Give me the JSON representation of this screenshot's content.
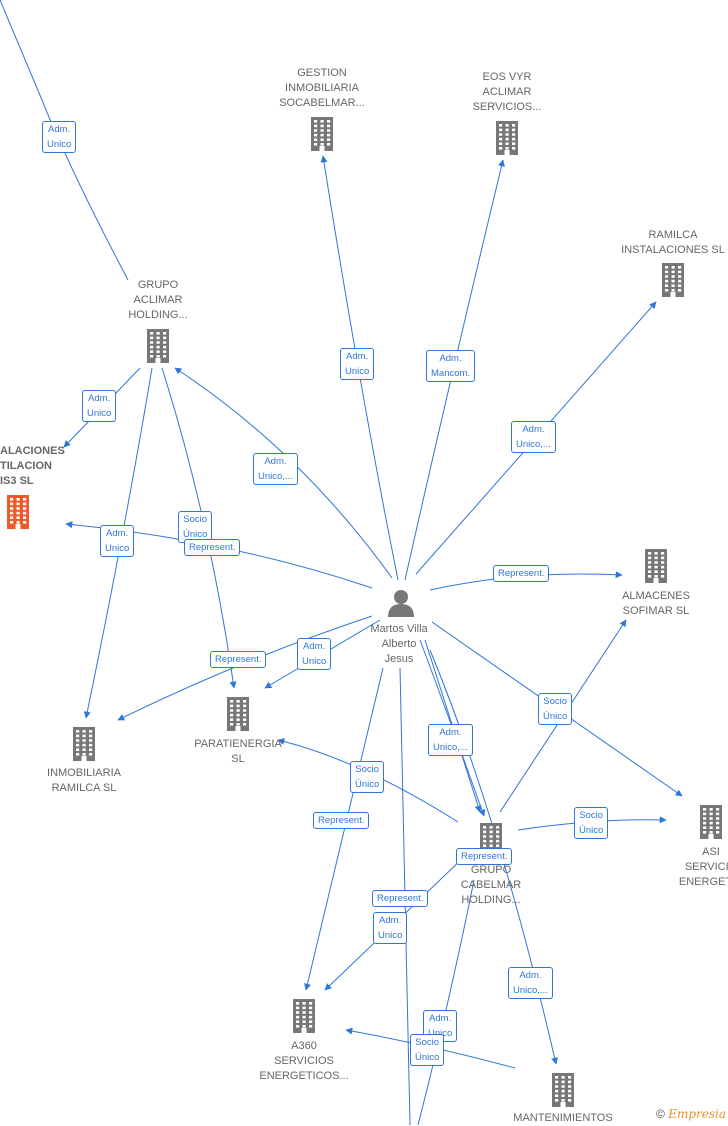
{
  "center": {
    "name_lines": [
      "Martos Villa",
      "Alberto",
      "Jesus"
    ]
  },
  "companies": [
    {
      "id": "gestion",
      "lines": [
        "GESTION",
        "INMOBILIARIA",
        "SOCABELMAR..."
      ],
      "color": "#777777"
    },
    {
      "id": "eos",
      "lines": [
        "EOS VYR",
        "ACLIMAR",
        "SERVICIOS..."
      ],
      "color": "#777777"
    },
    {
      "id": "ramilca_inst",
      "lines": [
        "RAMILCA",
        "INSTALACIONES SL"
      ],
      "color": "#777777"
    },
    {
      "id": "grupo_aclimar",
      "lines": [
        "GRUPO",
        "ACLIMAR",
        "HOLDING..."
      ],
      "color": "#777777"
    },
    {
      "id": "instalaciones",
      "lines": [
        "ALACIONES",
        "TILACION",
        "IS3  SL"
      ],
      "color": "#f05a28",
      "bold": true
    },
    {
      "id": "almacenes",
      "lines": [
        "ALMACENES",
        "SOFIMAR  SL"
      ],
      "color": "#777777"
    },
    {
      "id": "paratienergia",
      "lines": [
        "PARATIENERGIA",
        "SL"
      ],
      "color": "#777777"
    },
    {
      "id": "inmobiliaria_ramilca",
      "lines": [
        "INMOBILIARIA",
        "RAMILCA  SL"
      ],
      "color": "#777777"
    },
    {
      "id": "asi",
      "lines": [
        "ASI",
        "SERVICIO",
        "ENERGETIC"
      ],
      "color": "#777777"
    },
    {
      "id": "grupo_cabelmar",
      "lines": [
        "GRUPO",
        "CABELMAR",
        "HOLDING..."
      ],
      "color": "#777777"
    },
    {
      "id": "a360",
      "lines": [
        "A360",
        "SERVICIOS",
        "ENERGETICOS..."
      ],
      "color": "#777777"
    },
    {
      "id": "mantenimientos",
      "lines": [
        "MANTENIMIENTOS"
      ],
      "color": "#777777"
    }
  ],
  "edge_labels": [
    {
      "id": "l1",
      "lines": [
        "Adm.",
        "Unico"
      ]
    },
    {
      "id": "l2",
      "lines": [
        "Adm.",
        "Unico"
      ]
    },
    {
      "id": "l3",
      "lines": [
        "Adm.",
        "Mancom."
      ]
    },
    {
      "id": "l4",
      "lines": [
        "Adm.",
        "Unico"
      ]
    },
    {
      "id": "l5",
      "lines": [
        "Adm.",
        "Unico,..."
      ]
    },
    {
      "id": "l6",
      "lines": [
        "Adm.",
        "Unico,..."
      ]
    },
    {
      "id": "l7",
      "lines": [
        "Socio",
        "Único"
      ]
    },
    {
      "id": "l8",
      "lines": [
        "Represent."
      ]
    },
    {
      "id": "l9",
      "lines": [
        "Adm.",
        "Unico"
      ]
    },
    {
      "id": "l10",
      "lines": [
        "Represent."
      ]
    },
    {
      "id": "l11",
      "lines": [
        "Represent."
      ]
    },
    {
      "id": "l12",
      "lines": [
        "Adm.",
        "Unico"
      ]
    },
    {
      "id": "l13",
      "lines": [
        "Socio",
        "Único"
      ]
    },
    {
      "id": "l14",
      "lines": [
        "Adm.",
        "Unico,..."
      ]
    },
    {
      "id": "l15",
      "lines": [
        "Socio",
        "Único"
      ]
    },
    {
      "id": "l16",
      "lines": [
        "Represent."
      ]
    },
    {
      "id": "l17",
      "lines": [
        "Socio",
        "Único"
      ]
    },
    {
      "id": "l18",
      "lines": [
        "Represent."
      ]
    },
    {
      "id": "l19",
      "lines": [
        "Represent."
      ]
    },
    {
      "id": "l20",
      "lines": [
        "Adm.",
        "Unico"
      ]
    },
    {
      "id": "l21",
      "lines": [
        "Adm.",
        "Unico,..."
      ]
    },
    {
      "id": "l22",
      "lines": [
        "Adm.",
        "Unico"
      ]
    },
    {
      "id": "l23",
      "lines": [
        "Socio",
        "Único"
      ]
    }
  ],
  "footer": {
    "copyright": "©",
    "brand": "Empresia"
  }
}
